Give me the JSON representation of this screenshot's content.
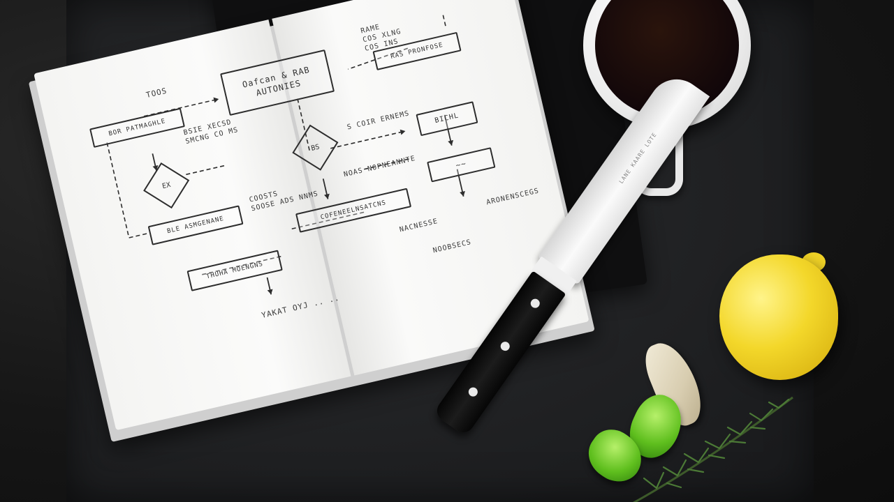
{
  "notebook": {
    "top_right_note": "RAME\nCOS  XLNG\nCOS  INS",
    "center_box": "Oafcan  & RAB\nAUTONIES",
    "right_box_top": "RAS  PRONFOSE",
    "left_note": "TOOS",
    "left_box": "BOR  PATMAGHLE",
    "mid_note": "BSIE  XECSD\nSMCNG  CO  MS",
    "diamond_center": "BS",
    "diamond_left": "EX",
    "mid_right_note": "S  COIR  ERNEMS",
    "right_box_mid": "BICHL",
    "under_note": "NOAS  NOPNEANNTE",
    "right_box_small": "~~",
    "bottom_left_box": "BLE  ASMGENANE",
    "bottom_note": "COOSTS\nSOOSE  ADS  NNMS",
    "bottom_mid_box": "COFENEELNSATCNS",
    "right_trail_note": "ARONENSCEGS",
    "bottom_left_box2": "THUHA  MOENGNS",
    "bottom_center_note": "NACNESSE",
    "footer_note": "YAKAT  OYJ  ..  ..",
    "far_right_note": "NOOBSECS"
  },
  "knife_engraving": "LANE  KAARE  LOTE"
}
